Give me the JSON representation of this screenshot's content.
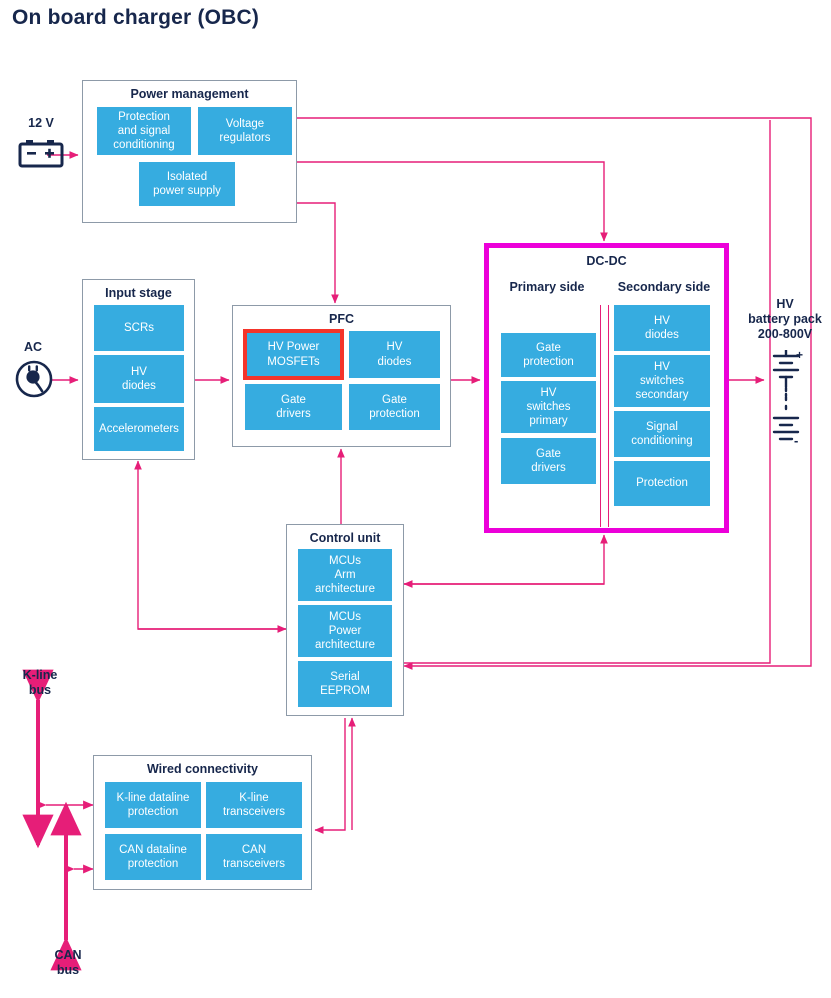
{
  "page": {
    "title": "On board charger (OBC)"
  },
  "colors": {
    "block_fill": "#36ace0",
    "block_text": "#ffffff",
    "group_border": "#8d9aa8",
    "accent_border": "#ec00d9",
    "highlight_outline": "#f4342a",
    "wire": "#e61e78",
    "title_text": "#17274c"
  },
  "groups": {
    "power_management": {
      "title": "Power management",
      "blocks": [
        {
          "label": "Protection\nand signal\nconditioning"
        },
        {
          "label": "Voltage\nregulators"
        },
        {
          "label": "Isolated\npower supply"
        }
      ]
    },
    "input_stage": {
      "title": "Input stage",
      "blocks": [
        {
          "label": "SCRs"
        },
        {
          "label": "HV\ndiodes"
        },
        {
          "label": "Accelerometers"
        }
      ]
    },
    "pfc": {
      "title": "PFC",
      "blocks": [
        {
          "label": "HV Power\nMOSFETs",
          "highlighted": true
        },
        {
          "label": "HV\ndiodes"
        },
        {
          "label": "Gate\ndrivers"
        },
        {
          "label": "Gate\nprotection"
        }
      ]
    },
    "dcdc": {
      "title": "DC-DC",
      "primary_title": "Primary side",
      "secondary_title": "Secondary side",
      "primary_blocks": [
        {
          "label": "Gate\nprotection"
        },
        {
          "label": "HV\nswitches\nprimary"
        },
        {
          "label": "Gate\ndrivers"
        }
      ],
      "secondary_blocks": [
        {
          "label": "HV\ndiodes"
        },
        {
          "label": "HV\nswitches\nsecondary"
        },
        {
          "label": "Signal\nconditioning"
        },
        {
          "label": "Protection"
        }
      ]
    },
    "control_unit": {
      "title": "Control unit",
      "blocks": [
        {
          "label": "MCUs\nArm\narchitecture"
        },
        {
          "label": "MCUs\nPower\narchitecture"
        },
        {
          "label": "Serial\nEEPROM"
        }
      ]
    },
    "wired_connectivity": {
      "title": "Wired connectivity",
      "blocks": [
        {
          "label": "K-line dataline\nprotection"
        },
        {
          "label": "K-line\ntransceivers"
        },
        {
          "label": "CAN dataline\nprotection"
        },
        {
          "label": "CAN\ntransceivers"
        }
      ]
    }
  },
  "terminals": {
    "battery_12v": {
      "label": "12 V",
      "icon": "car-battery-icon"
    },
    "ac_source": {
      "label": "AC",
      "icon": "ac-plug-icon"
    },
    "hv_battery": {
      "label": "HV\nbattery pack\n200-800V",
      "icon": "hv-battery-cells-icon"
    },
    "k_line_bus": {
      "label": "K-line\nbus"
    },
    "can_bus": {
      "label": "CAN\nbus"
    }
  }
}
